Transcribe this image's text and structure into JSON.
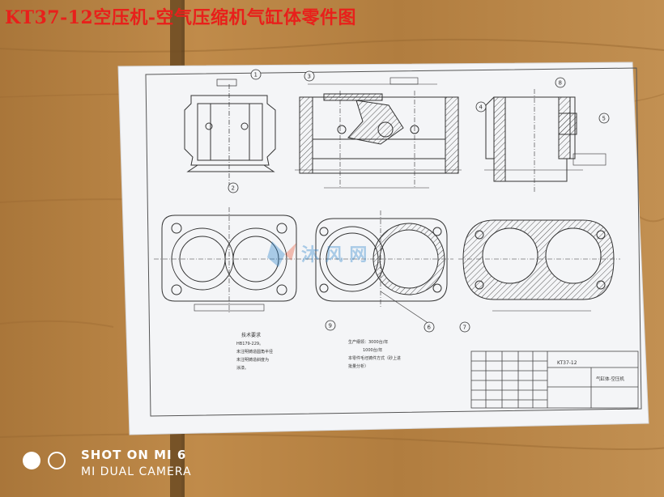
{
  "title": "KT37-12空压机-空气压缩机气缸体零件图",
  "camera_watermark": {
    "line1": "SHOT ON MI 6",
    "line2": "MI DUAL CAMERA"
  },
  "drawing": {
    "tech_notes_heading": "技术要求",
    "tech_notes": [
      "HB179-229。",
      "未注明铸造圆角半径",
      "未注明铸造斜度为",
      "涂漆。"
    ],
    "production_notes": [
      "生产纲领：3000台/年",
      "1000台/年",
      "本零件毛坯铸件方式（砂上进",
      "批量分析）"
    ],
    "title_block_code": "KT37-12",
    "title_block_name": "气缸体-空压机",
    "balloons": [
      "1",
      "2",
      "3",
      "4",
      "5",
      "6",
      "7",
      "8",
      "9"
    ]
  },
  "colors": {
    "title": "#e8201b",
    "paper": "#f4f5f7",
    "wood": "#b98543"
  }
}
